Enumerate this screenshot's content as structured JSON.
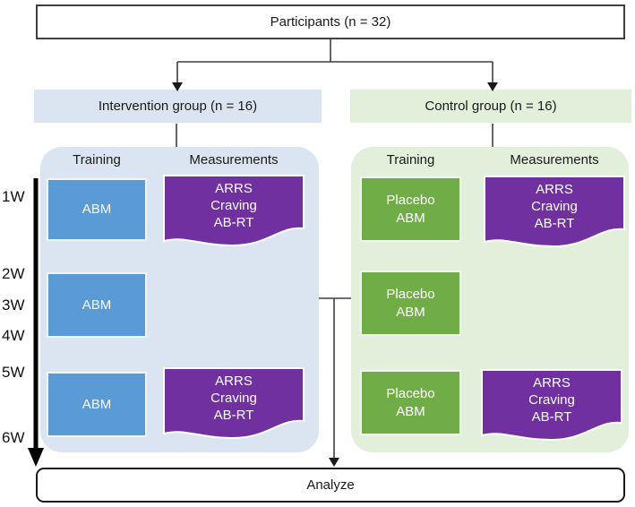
{
  "title_box": {
    "label": "Participants (n = 32)"
  },
  "analyze_box": {
    "label": "Analyze"
  },
  "timeline": {
    "labels": [
      "1W",
      "2W",
      "3W",
      "4W",
      "5W",
      "6W"
    ]
  },
  "intervention": {
    "header": "Intervention group (n = 16)",
    "training_header": "Training",
    "measurements_header": "Measurements",
    "training_boxes": [
      "ABM",
      "ABM",
      "ABM"
    ],
    "measurement_boxes": [
      [
        "ARRS",
        "Craving",
        "AB-RT"
      ],
      [
        "ARRS",
        "Craving",
        "AB-RT"
      ]
    ]
  },
  "control": {
    "header": "Control group (n = 16)",
    "training_header": "Training",
    "measurements_header": "Measurements",
    "training_boxes": [
      [
        "Placebo",
        "ABM"
      ],
      [
        "Placebo",
        "ABM"
      ],
      [
        "Placebo",
        "ABM"
      ]
    ],
    "measurement_boxes": [
      [
        "ARRS",
        "Craving",
        "AB-RT"
      ],
      [
        "ARRS",
        "Craving",
        "AB-RT"
      ]
    ]
  },
  "colors": {
    "abm_blue": "#5b9bd5",
    "placebo_green": "#70ad47",
    "measurement_purple": "#7030a0",
    "intervention_bg": "#dbe5f2",
    "control_bg": "#e2efda",
    "connector_dark": "#3f3f3f",
    "timeline_black": "#000000"
  }
}
